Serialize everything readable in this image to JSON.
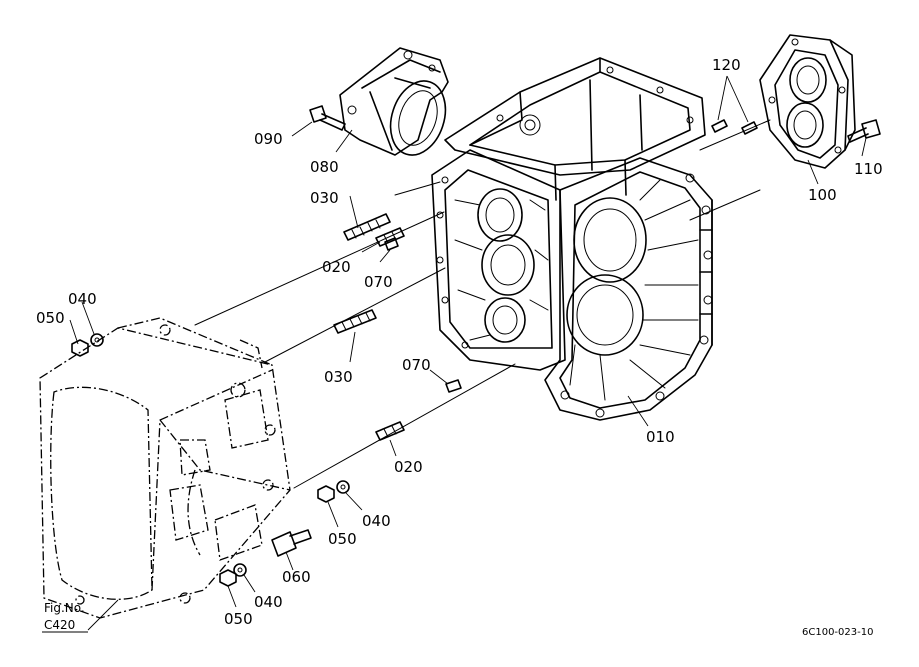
{
  "callouts": {
    "p090": "090",
    "p080": "080",
    "p030a": "030",
    "p020a": "020",
    "p070a": "070",
    "p040a": "040",
    "p050a": "050",
    "p030b": "030",
    "p070b": "070",
    "p020b": "020",
    "p040b": "040",
    "p050b": "050",
    "p060": "060",
    "p040c": "040",
    "p050c": "050",
    "p010": "010",
    "p120": "120",
    "p100": "100",
    "p110": "110"
  },
  "figure_ref": {
    "line1": "Fig.No.",
    "line2": "C420"
  },
  "drawing_code": "6C100-023-10",
  "colors": {
    "ink": "#000000",
    "paper": "#ffffff"
  }
}
